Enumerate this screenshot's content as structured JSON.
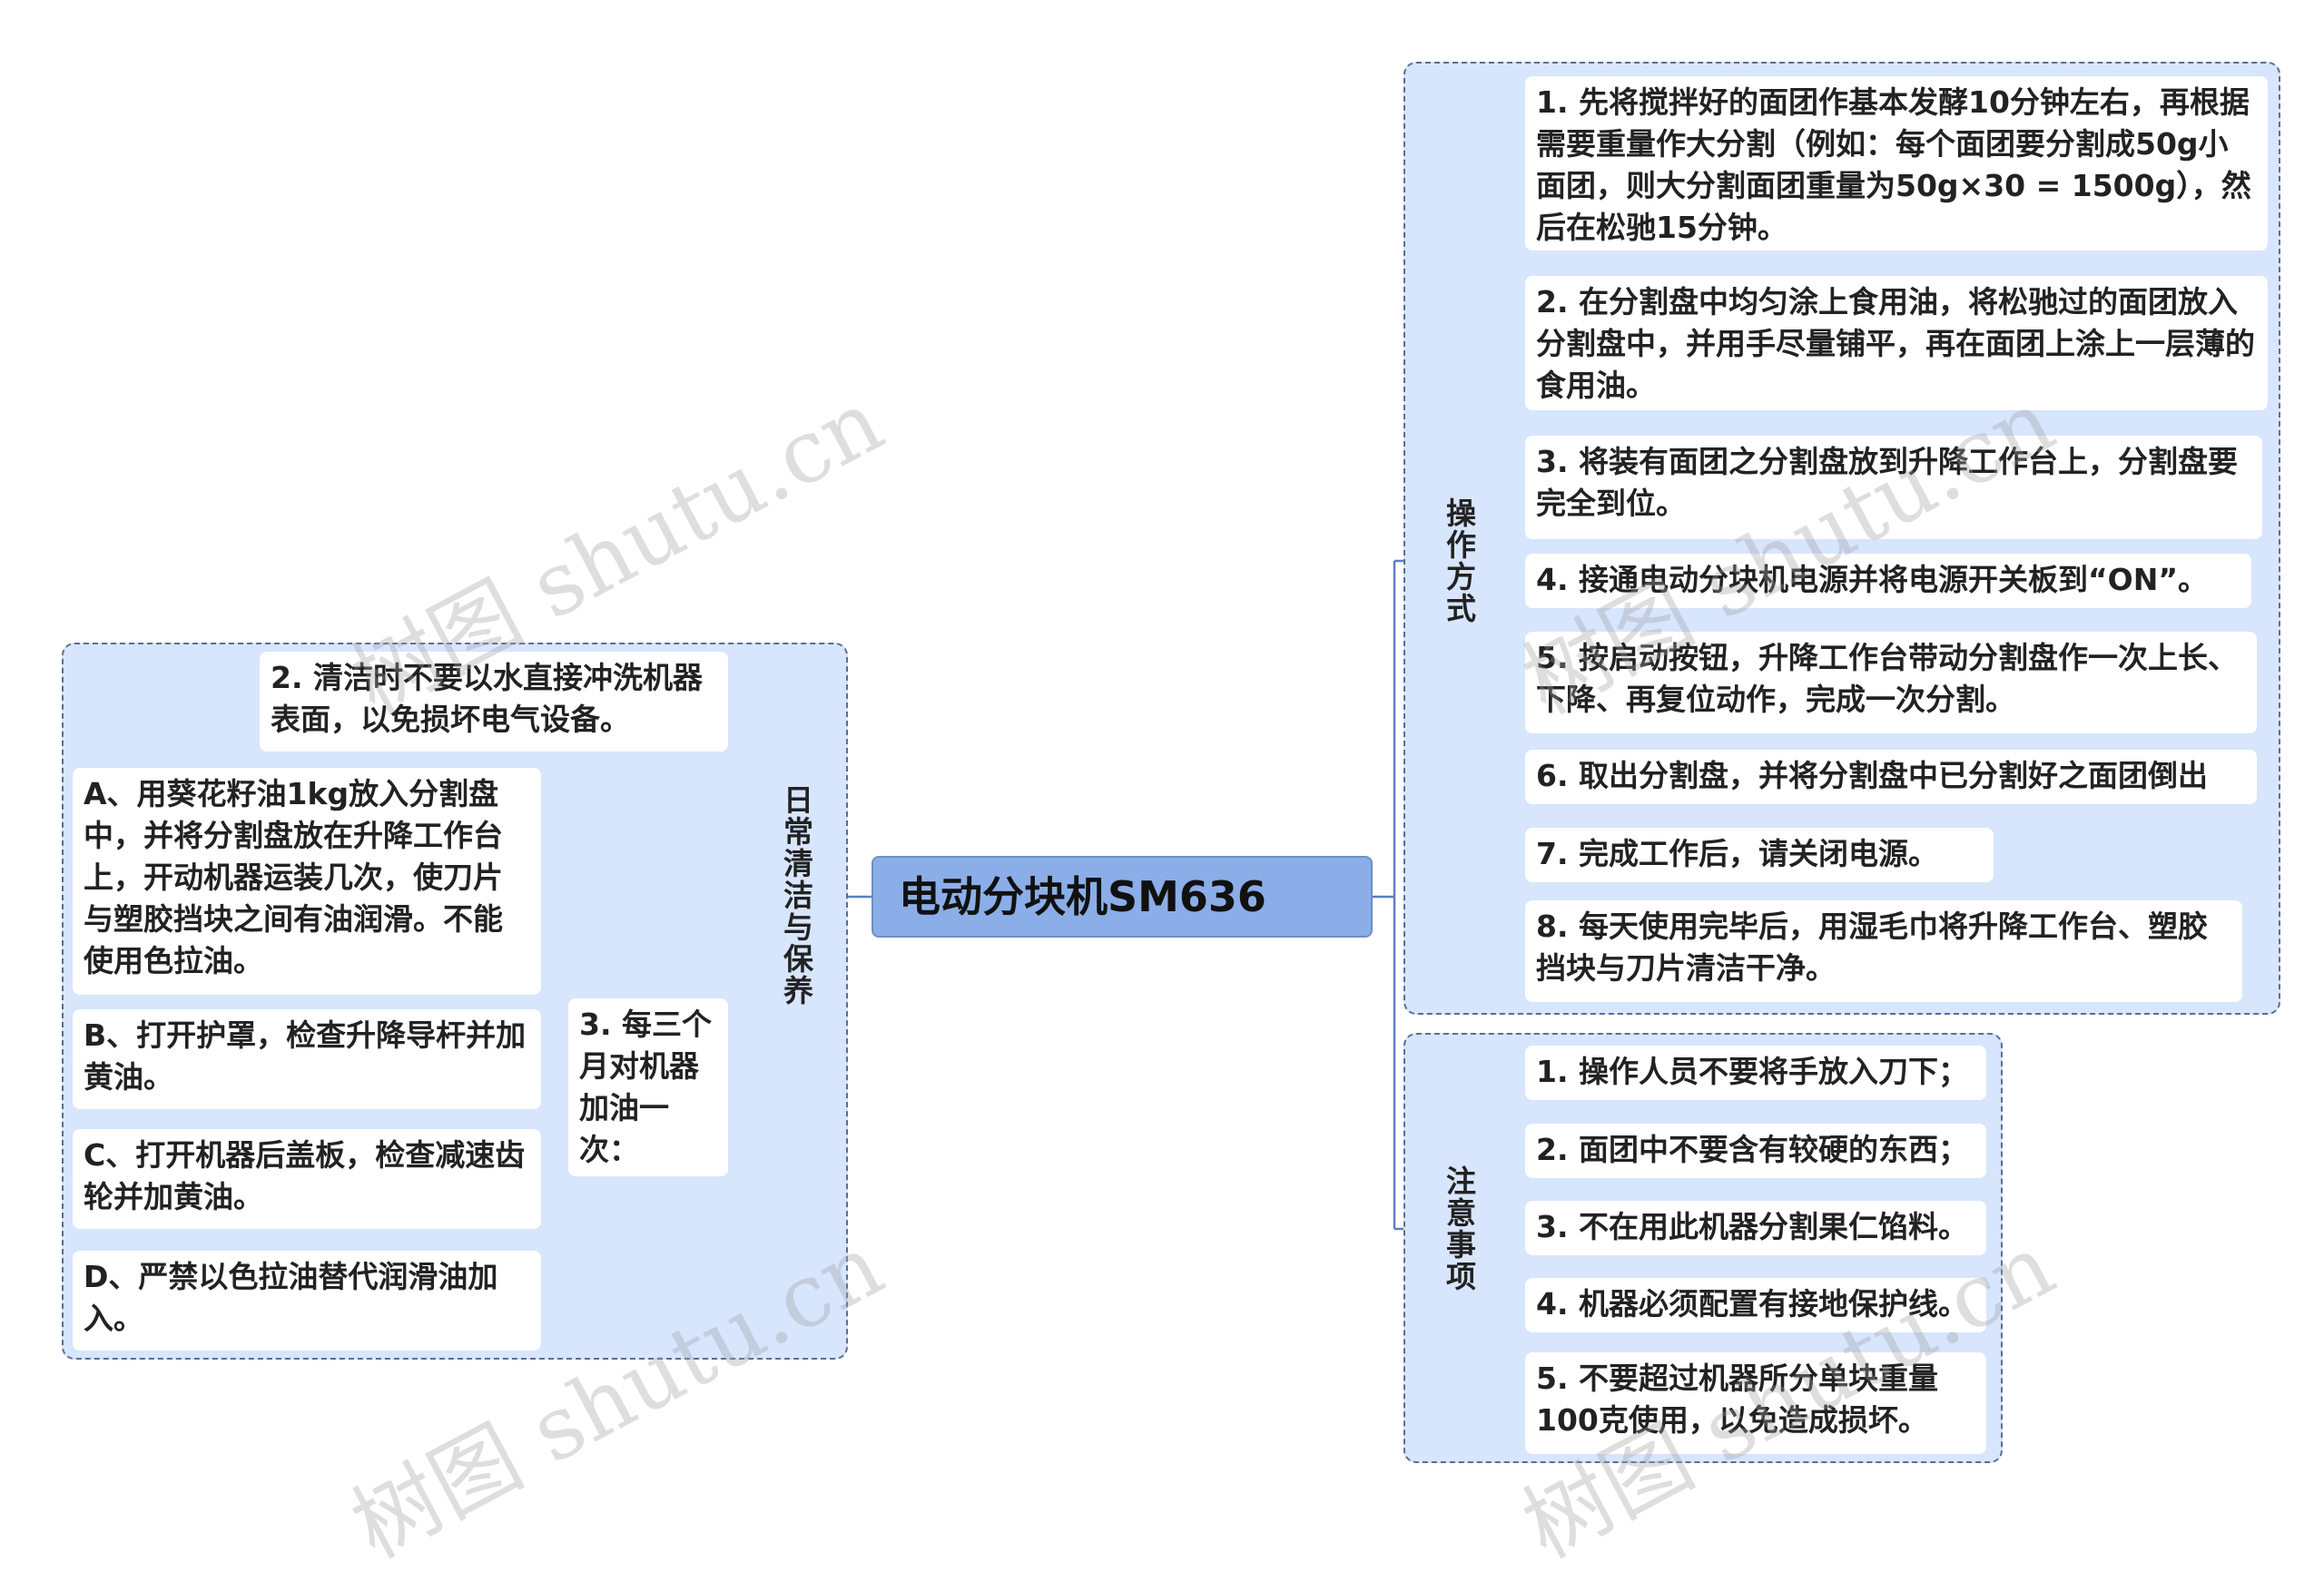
{
  "root": {
    "title": "电动分块机SM636"
  },
  "branches": {
    "operation": {
      "label": "操作方式",
      "items": [
        "1. 先将搅拌好的面团作基本发酵10分钟左右，再根据需要重量作大分割（例如：每个面团要分割成50g小面团，则大分割面团重量为50g×30 = 1500g），然后在松驰15分钟。",
        "2. 在分割盘中均匀涂上食用油，将松驰过的面团放入分割盘中，并用手尽量铺平，再在面团上涂上一层薄的食用油。",
        "3. 将装有面团之分割盘放到升降工作台上，分割盘要完全到位。",
        "4. 接通电动分块机电源并将电源开关板到“ON”。",
        "5. 按启动按钮，升降工作台带动分割盘作一次上长、下降、再复位动作，完成一次分割。",
        "6. 取出分割盘，并将分割盘中已分割好之面团倒出",
        "7. 完成工作后，请关闭电源。",
        "8. 每天使用完毕后，用湿毛巾将升降工作台、塑胶挡块与刀片清洁干净。"
      ]
    },
    "notes": {
      "label": "注意事项",
      "items": [
        "1. 操作人员不要将手放入刀下；",
        "2. 面团中不要含有较硬的东西；",
        "3. 不在用此机器分割果仁馅料。",
        "4. 机器必须配置有接地保护线。",
        "5. 不要超过机器所分单块重量100克使用，以免造成损坏。"
      ]
    },
    "cleaning": {
      "label": "日常清洁与保养",
      "item2": "2. 清洁时不要以水直接冲洗机器表面，以免损坏电气设备。",
      "item3": {
        "label": "3. 每三个月对机器加油一次：",
        "children": [
          "A、用葵花籽油1kg放入分割盘中，并将分割盘放在升降工作台上，开动机器运装几次，使刀片与塑胶挡块之间有油润滑。不能使用色拉油。",
          "B、打开护罩，检查升降导杆并加黄油。",
          "C、打开机器后盖板，检查减速齿轮并加黄油。",
          "D、严禁以色拉油替代润滑油加入。"
        ]
      }
    }
  },
  "watermark": "树图 shutu.cn",
  "colors": {
    "group_bg": "#d7e5fd",
    "root_bg": "#8baee8",
    "line": "#5b7fc6"
  }
}
